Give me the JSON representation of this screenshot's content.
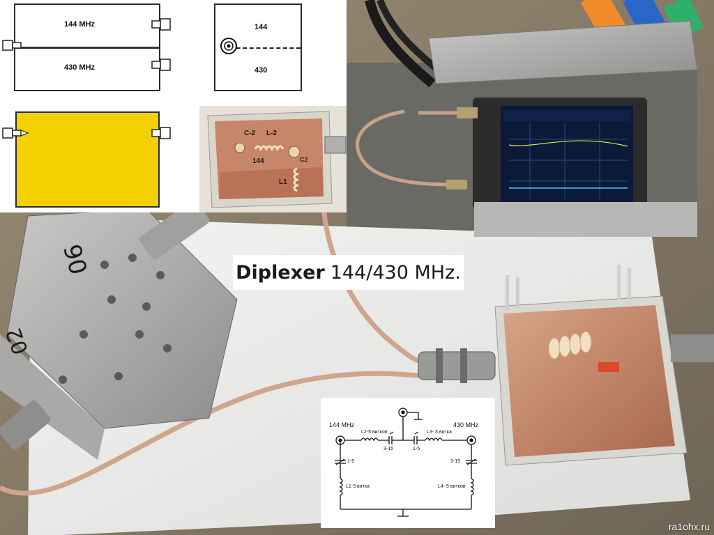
{
  "banner": {
    "title_bold": "Diplexer",
    "title_rest": "144/430 MHz."
  },
  "diagram_top_left": {
    "label_top": "144 MHz",
    "label_bottom": "430 MHz"
  },
  "diagram_top_right": {
    "label_top": "144",
    "label_bottom": "430"
  },
  "inset_photo": {
    "c2": "C-2",
    "l2": "L-2",
    "freq": "144",
    "c2b": "C2",
    "l1": "L1"
  },
  "schematic": {
    "port_left": "144 MHz",
    "port_right": "430 MHz",
    "l2": "L2-5 витков",
    "l3": "L3- 3 витка",
    "c_mid_left": "3-15",
    "c_mid_right": "1-5",
    "c_left_trim": "1-5",
    "c_right_trim": "3-15",
    "l1": "L1-3 витка",
    "l4": "L4- 5 витков"
  },
  "photo_markings": {
    "box_left_1": "06",
    "box_left_2": "02"
  },
  "watermark": "ra1ohx.ru",
  "colors": {
    "yellow_panel": "#f5d000",
    "copper": "#c98a6a",
    "coax": "#c9a48a"
  }
}
